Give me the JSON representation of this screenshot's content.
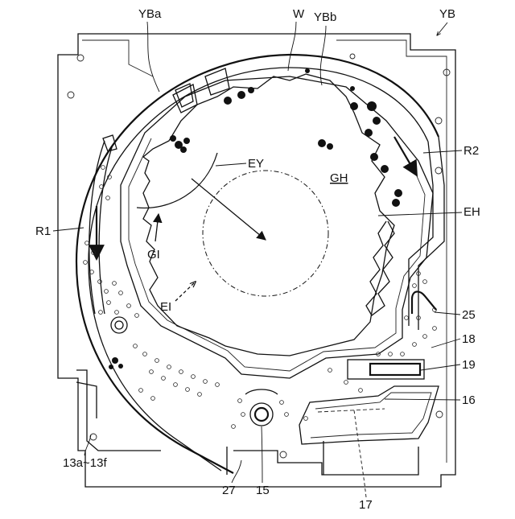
{
  "diagram": {
    "labels": {
      "yb": "YB",
      "yba": "YBa",
      "w": "W",
      "ybb": "YBb",
      "r2": "R2",
      "ey": "EY",
      "gh": "GH",
      "r1": "R1",
      "eh": "EH",
      "gi": "GI",
      "ei": "EI",
      "n25": "25",
      "n18": "18",
      "n19": "19",
      "n16": "16",
      "n13": "13a~13f",
      "n27": "27",
      "n15": "15",
      "n17": "17"
    }
  }
}
